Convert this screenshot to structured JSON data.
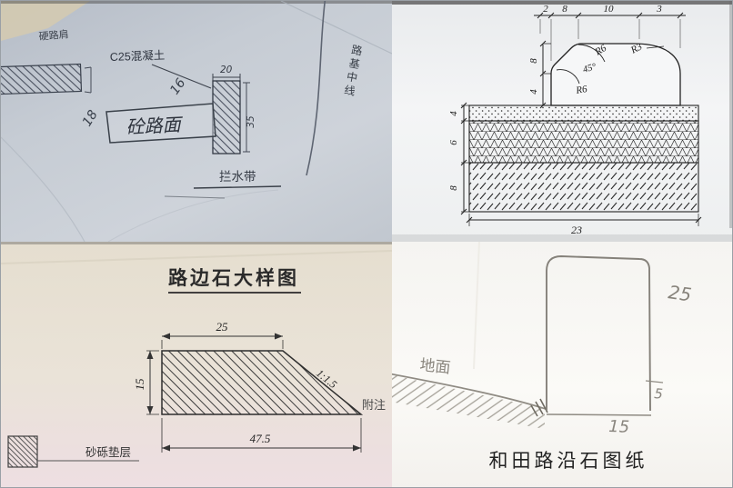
{
  "top_left": {
    "hard_shoulder": "硬路肩",
    "c25": "C25混凝土",
    "dim_top": "20",
    "hw_16": "16",
    "hw_18": "18",
    "pavement": "砼路面",
    "dim_right": "35",
    "water_band": "拦水带",
    "road_centerline": "路基中线"
  },
  "top_right": {
    "top_dims": [
      "2",
      "8",
      "10",
      "3"
    ],
    "left_upper_dims": [
      "8",
      "4"
    ],
    "left_lower_dims": [
      "4",
      "6",
      "8"
    ],
    "bottom_dim": "23",
    "r6_top": "R6",
    "angle_45": "45°",
    "r3": "R3",
    "r6_bottom": "R6"
  },
  "bottom_left": {
    "title": "路边石大样图",
    "dim_top": "25",
    "dim_left": "15",
    "slope": "1:1.5",
    "dim_bottom": "47.5",
    "note": "附注",
    "bedding_label": "砂砾垫层"
  },
  "bottom_right": {
    "ground_label": "地面",
    "dim_right": "25",
    "dim_small": "5",
    "dim_bottom": "15",
    "caption": "和田路沿石图纸"
  }
}
